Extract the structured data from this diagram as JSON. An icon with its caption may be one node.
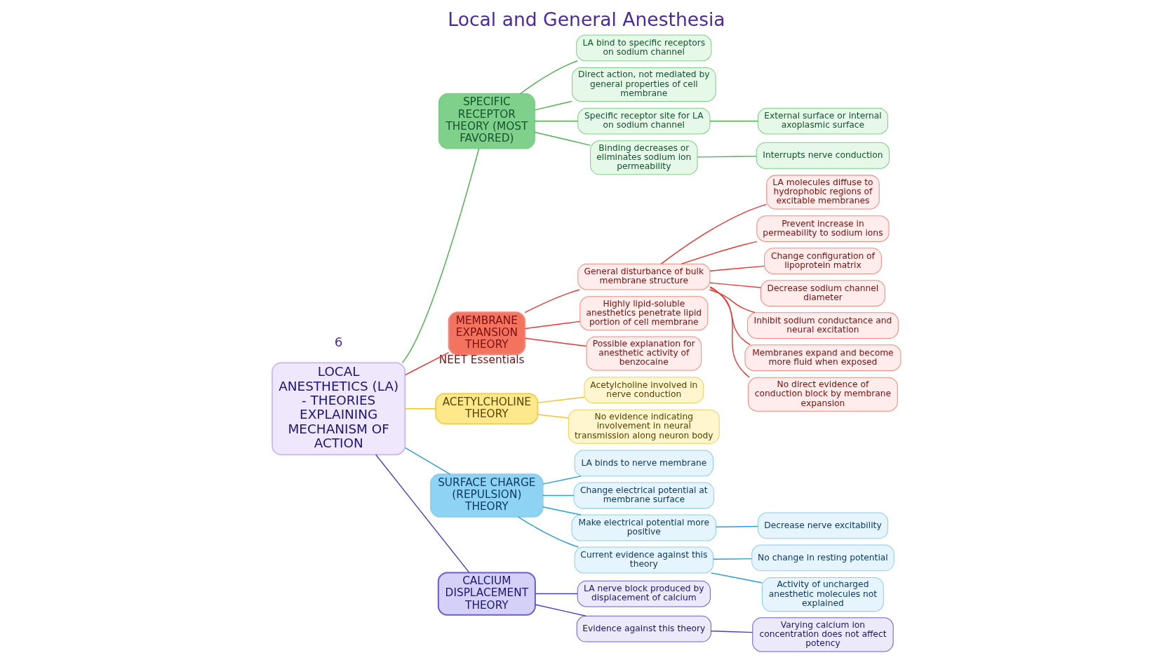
{
  "diagram": {
    "title": "Local and General Anesthesia",
    "nodes": [
      {
        "text": [
          "LOCAL ANESTHETICS (LA) - THEORIES EXPLAINING MECHANISM OF ACTION"
        ]
      },
      {
        "text": [
          "SPECIFIC RECEPTOR THEORY (MOST FAVORED)"
        ]
      },
      {
        "text": [
          "LA bind to specific receptors on sodium channel"
        ]
      },
      {
        "text": [
          "Direct action, not mediated by general properties of cell membrane"
        ]
      },
      {
        "text": [
          "Specific receptor site for LA on sodium channel"
        ]
      },
      {
        "text": [
          "External surface or internal axoplasmic surface"
        ]
      },
      {
        "text": [
          "Binding decreases or eliminates sodium ion permeability"
        ]
      },
      {
        "text": [
          "Interrupts nerve conduction"
        ]
      },
      {
        "text": [
          "MEMBRANE EXPANSION THEORY"
        ],
        "beside": [
          "NEET Essentials"
        ]
      },
      {
        "text": [
          "General disturbance of bulk membrane structure"
        ]
      },
      {
        "text": [
          "LA molecules diffuse to hydrophobic regions of excitable membranes"
        ]
      },
      {
        "text": [
          "Prevent increase in permeability to sodium ions"
        ]
      },
      {
        "text": [
          "Change configuration of lipoprotein matrix"
        ]
      },
      {
        "text": [
          "Decrease sodium channel diameter"
        ]
      },
      {
        "text": [
          "Inhibit sodium conductance and neural excitation"
        ]
      },
      {
        "text": [
          "Membranes expand and become more fluid when exposed"
        ]
      },
      {
        "text": [
          "No direct evidence of conduction block by membrane expansion"
        ]
      },
      {
        "text": [
          "Highly lipid-soluble anesthetics penetrate lipid portion of cell membrane"
        ]
      },
      {
        "text": [
          "Possible explanation for anesthetic activity of benzocaine"
        ]
      },
      {
        "text": [
          "ACETYLCHOLINE THEORY"
        ]
      },
      {
        "text": [
          "Acetylcholine involved in nerve conduction"
        ]
      },
      {
        "text": [
          "No evidence indicating involvement in neural transmission along neuron body"
        ]
      },
      {
        "text": [
          "SURFACE CHARGE (REPULSION) THEORY"
        ]
      },
      {
        "text": [
          "LA binds to nerve membrane"
        ]
      },
      {
        "text": [
          "Change electrical potential at membrane surface"
        ]
      },
      {
        "text": [
          "Make electrical potential more positive"
        ]
      },
      {
        "text": [
          "Decrease nerve excitability"
        ]
      },
      {
        "text": [
          "Current evidence against this theory"
        ]
      },
      {
        "text": [
          "No change in resting potential"
        ]
      },
      {
        "text": [
          "Activity of uncharged anesthetic molecules not explained"
        ]
      },
      {
        "text": [
          "CALCIUM DISPLACEMENT THEORY"
        ]
      },
      {
        "text": [
          "LA nerve block produced by displacement of calcium"
        ]
      },
      {
        "text": [
          "Evidence against this theory"
        ]
      },
      {
        "text": [
          "Varying calcium ion concentration does not affect potency"
        ]
      }
    ],
    "edges": [
      {
        "from": 0,
        "to": 1,
        "arrow": "none",
        "color": "#4caf50"
      },
      {
        "from": 1,
        "to": 2,
        "arrow": "none",
        "color": "#4caf50"
      },
      {
        "from": 1,
        "to": 3,
        "arrow": "none",
        "color": "#4caf50"
      },
      {
        "from": 1,
        "to": 4,
        "arrow": "none",
        "color": "#4caf50"
      },
      {
        "from": 4,
        "to": 5,
        "arrow": "none",
        "color": "#4caf50"
      },
      {
        "from": 1,
        "to": 6,
        "arrow": "none",
        "color": "#4caf50"
      },
      {
        "from": 6,
        "to": 7,
        "arrow": "none",
        "color": "#4caf50"
      },
      {
        "from": 0,
        "to": 8,
        "arrow": "none",
        "color": "#e53935"
      },
      {
        "from": 8,
        "to": 9,
        "arrow": "none",
        "color": "#e53935"
      },
      {
        "from": 9,
        "to": 10,
        "arrow": "none",
        "color": "#e53935"
      },
      {
        "from": 9,
        "to": 11,
        "arrow": "none",
        "color": "#e53935"
      },
      {
        "from": 9,
        "to": 12,
        "arrow": "none",
        "color": "#e53935"
      },
      {
        "from": 9,
        "to": 13,
        "arrow": "none",
        "color": "#e53935"
      },
      {
        "from": 9,
        "to": 14,
        "arrow": "none",
        "color": "#e53935"
      },
      {
        "from": 9,
        "to": 15,
        "arrow": "none",
        "color": "#e53935"
      },
      {
        "from": 9,
        "to": 16,
        "arrow": "none",
        "color": "#e53935"
      },
      {
        "from": 8,
        "to": 17,
        "arrow": "none",
        "color": "#e53935"
      },
      {
        "from": 8,
        "to": 18,
        "arrow": "none",
        "color": "#e53935"
      },
      {
        "from": 0,
        "to": 19,
        "arrow": "none",
        "color": "#f2c230"
      },
      {
        "from": 19,
        "to": 20,
        "arrow": "none",
        "color": "#f2c230"
      },
      {
        "from": 19,
        "to": 21,
        "arrow": "none",
        "color": "#f2c230"
      },
      {
        "from": 0,
        "to": 22,
        "arrow": "none",
        "color": "#2b9fd9"
      },
      {
        "from": 22,
        "to": 23,
        "arrow": "none",
        "color": "#2b9fd9"
      },
      {
        "from": 22,
        "to": 24,
        "arrow": "none",
        "color": "#2b9fd9"
      },
      {
        "from": 22,
        "to": 25,
        "arrow": "none",
        "color": "#2b9fd9"
      },
      {
        "from": 25,
        "to": 26,
        "arrow": "none",
        "color": "#2b9fd9"
      },
      {
        "from": 22,
        "to": 27,
        "arrow": "none",
        "color": "#2b9fd9"
      },
      {
        "from": 27,
        "to": 28,
        "arrow": "none",
        "color": "#2b9fd9"
      },
      {
        "from": 27,
        "to": 29,
        "arrow": "none",
        "color": "#2b9fd9"
      },
      {
        "from": 0,
        "to": 30,
        "arrow": "none",
        "color": "#4a3fc4"
      },
      {
        "from": 30,
        "to": 31,
        "arrow": "none",
        "color": "#4a3fc4"
      },
      {
        "from": 30,
        "to": 32,
        "arrow": "none",
        "color": "#4a3fc4"
      },
      {
        "from": 32,
        "to": 33,
        "arrow": "none",
        "color": "#4a3fc4"
      }
    ],
    "labels": [
      "6"
    ]
  }
}
